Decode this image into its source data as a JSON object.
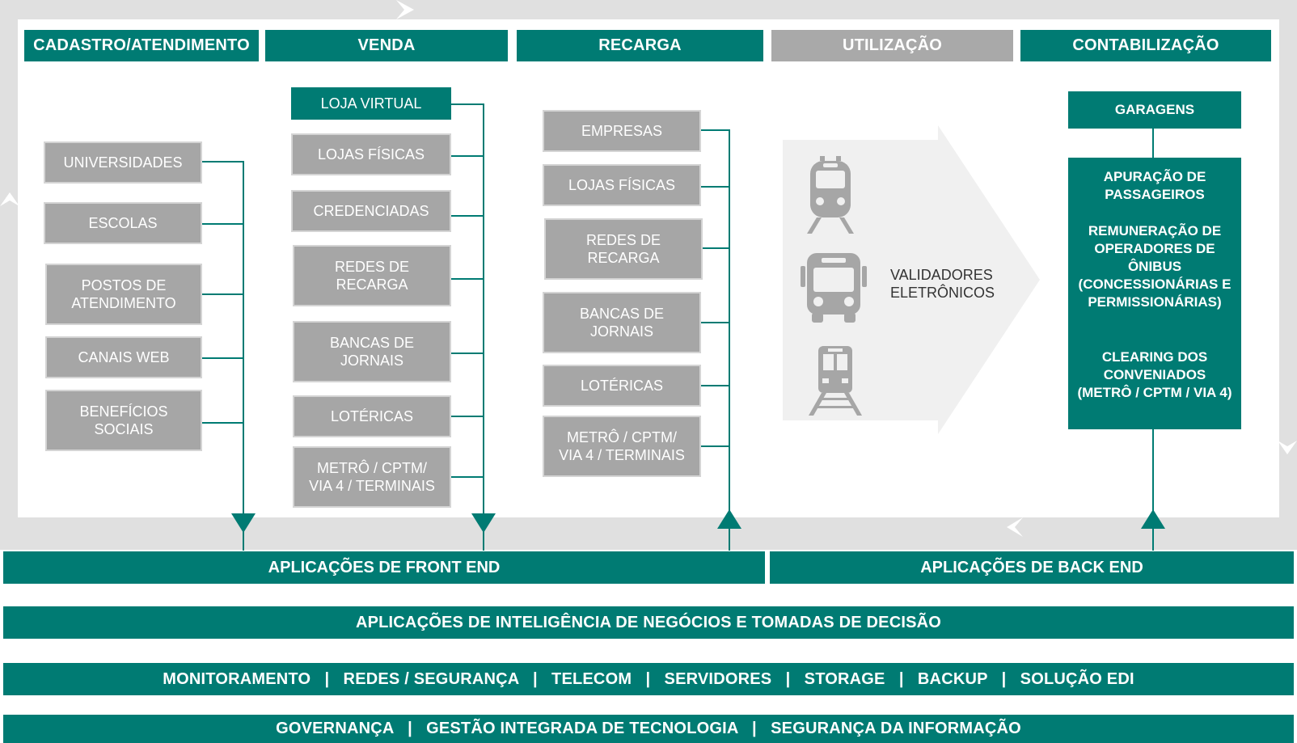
{
  "stages": {
    "cadastro": "CADASTRO/ATENDIMENTO",
    "venda": "VENDA",
    "recarga": "RECARGA",
    "utilizacao": "UTILIZAÇÃO",
    "contabilizacao": "CONTABILIZAÇÃO"
  },
  "cadastro_items": [
    "UNIVERSIDADES",
    "ESCOLAS",
    "POSTOS DE ATENDIMENTO",
    "CANAIS WEB",
    "BENEFÍCIOS SOCIAIS"
  ],
  "venda_items": [
    "LOJA VIRTUAL",
    "LOJAS FÍSICAS",
    "CREDENCIADAS",
    "REDES DE RECARGA",
    "BANCAS DE JORNAIS",
    "LOTÉRICAS",
    "METRÔ / CPTM/ VIA 4 / TERMINAIS"
  ],
  "recarga_items": [
    "EMPRESAS",
    "LOJAS FÍSICAS",
    "REDES DE RECARGA",
    "BANCAS DE JORNAIS",
    "LOTÉRICAS",
    "METRÔ / CPTM/ VIA 4 / TERMINAIS"
  ],
  "utilizacao": {
    "label": "VALIDADORES ELETRÔNICOS",
    "icons": [
      "train-icon",
      "bus-icon",
      "metro-icon"
    ]
  },
  "contabilizacao": {
    "garagens": "GARAGENS",
    "back_lines": [
      "APURAÇÃO DE PASSAGEIROS",
      "REMUNERAÇÃO DE OPERADORES DE ÔNIBUS (CONCESSIONÁRIAS E PERMISSIONÁRIAS)",
      "CLEARING DOS CONVENIADOS (METRÔ / CPTM / VIA 4)"
    ]
  },
  "apps": {
    "front_end": "APLICAÇÕES DE FRONT END",
    "back_end": "APLICAÇÕES DE BACK END"
  },
  "bands": {
    "bi": "APLICAÇÕES DE INTELIGÊNCIA DE NEGÓCIOS E TOMADAS DE DECISÃO",
    "infra": "MONITORAMENTO   |   REDES / SEGURANÇA   |   TELECOM   |   SERVIDORES   |   STORAGE   |   BACKUP   |   SOLUÇÃO EDI",
    "gov": "GOVERNANÇA   |   GESTÃO INTEGRADA DE TECNOLOGIA   |   SEGURANÇA DA INFORMAÇÃO"
  },
  "colors": {
    "teal": "#007b73",
    "grey": "#a6a6a6",
    "frame": "#e0e0e0"
  }
}
